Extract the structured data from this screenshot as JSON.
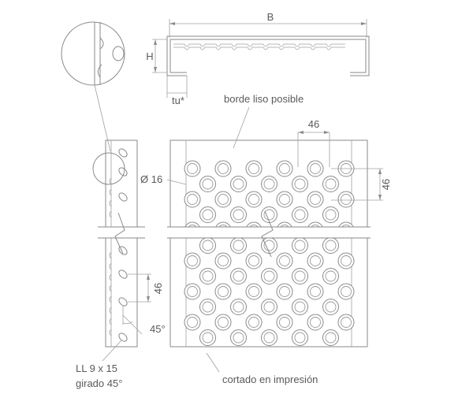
{
  "labels": {
    "width": "B",
    "height": "H",
    "thickness": "tu*",
    "smooth_edge": "borde liso posible",
    "hole_pitch_x": "46",
    "hole_pitch_y": "46",
    "hole_diameter": "Ø 16",
    "slot_pitch": "46",
    "slot_angle": "45°",
    "slot_spec_line1": "LL 9 x 15",
    "slot_spec_line2": "girado 45°",
    "cut_note": "cortado en impresión"
  },
  "colors": {
    "stroke": "#8a8a8a",
    "text": "#5a5a5a",
    "background": "#ffffff"
  }
}
